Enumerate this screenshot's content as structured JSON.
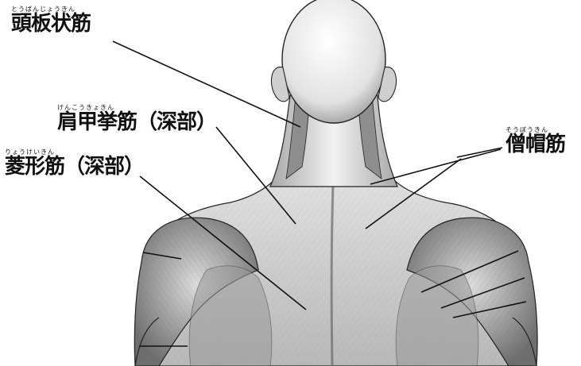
{
  "figure": {
    "labels": [
      {
        "id": "splenius",
        "ruby": "とうばんじょうきん",
        "text": "頭板状筋"
      },
      {
        "id": "levator",
        "ruby": "けんこうきょきん",
        "text": "肩甲挙筋（深部）"
      },
      {
        "id": "rhomboid",
        "ruby": "りょうけいきん",
        "text": "菱形筋（深部）"
      },
      {
        "id": "trapezius",
        "ruby": "そうぼうきん",
        "text": "僧帽筋"
      }
    ],
    "colors": {
      "ink": "#111111",
      "skin_light": "#f4f4f4",
      "skin_mid": "#cfcfcf",
      "skin_dark": "#8a8a8a"
    }
  }
}
